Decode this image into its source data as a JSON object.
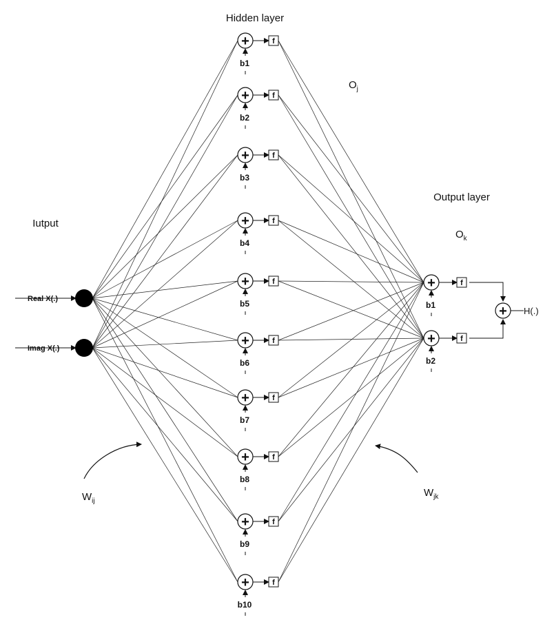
{
  "labels": {
    "hidden_layer": "Hidden layer",
    "output_layer": "Output layer",
    "input_layer": "Iutput",
    "o_hidden_main": "O",
    "o_hidden_sub": "j",
    "o_output_main": "O",
    "o_output_sub": "k",
    "w_in_main": "W",
    "w_in_sub": "ij",
    "w_out_main": "W",
    "w_out_sub": "jk",
    "output_signal": "H(.)"
  },
  "inputs": [
    {
      "label": "Real X(.)"
    },
    {
      "label": "Imag X(.)"
    }
  ],
  "hidden_nodes": [
    {
      "bias": "b1"
    },
    {
      "bias": "b2"
    },
    {
      "bias": "b3"
    },
    {
      "bias": "b4"
    },
    {
      "bias": "b5"
    },
    {
      "bias": "b6"
    },
    {
      "bias": "b7"
    },
    {
      "bias": "b8"
    },
    {
      "bias": "b9"
    },
    {
      "bias": "b10"
    }
  ],
  "output_nodes": [
    {
      "bias": "b1"
    },
    {
      "bias": "b2"
    }
  ],
  "activation_symbol": "f",
  "sum_symbol": "+"
}
